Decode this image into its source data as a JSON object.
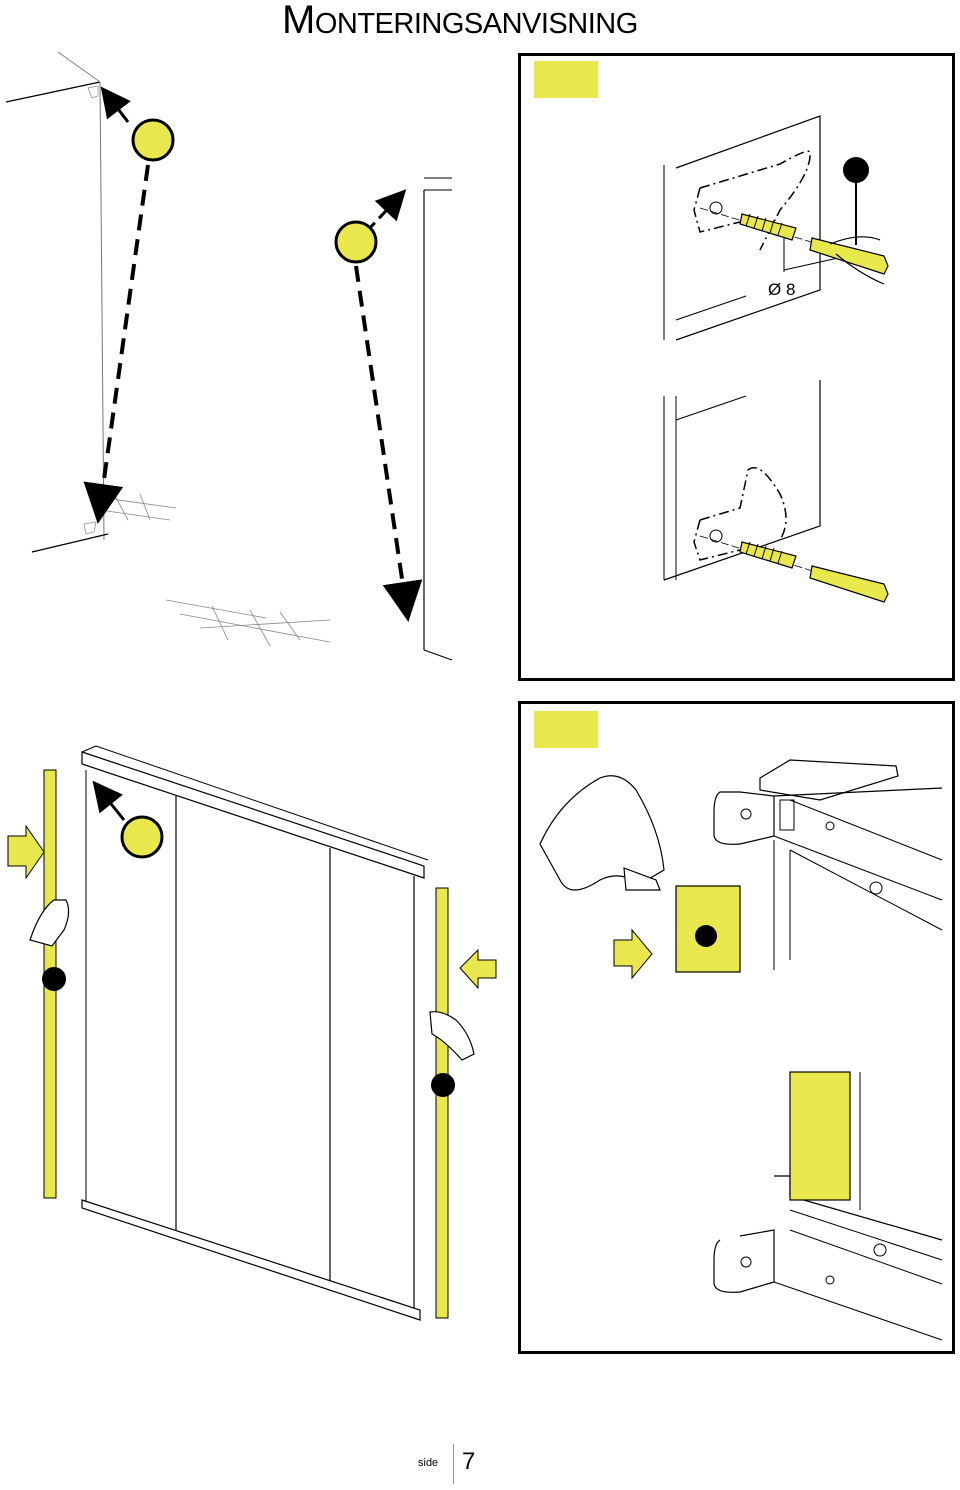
{
  "header": {
    "title_initial": "M",
    "title_rest": "onteringsanvisning"
  },
  "step_top_right": {
    "diameter_label": "Ø 8"
  },
  "footer": {
    "page_label": "side",
    "page_number": "7"
  },
  "colors": {
    "accent_yellow": "#e8e84c",
    "line": "#000000"
  },
  "icons": {
    "marker_yellow": "yellow-circle-marker-icon",
    "marker_black": "black-dot-marker-icon",
    "direction_arrow": "yellow-arrow-icon",
    "hand": "hand-icon",
    "screw": "screw-icon",
    "wall_plug": "wall-plug-icon"
  }
}
